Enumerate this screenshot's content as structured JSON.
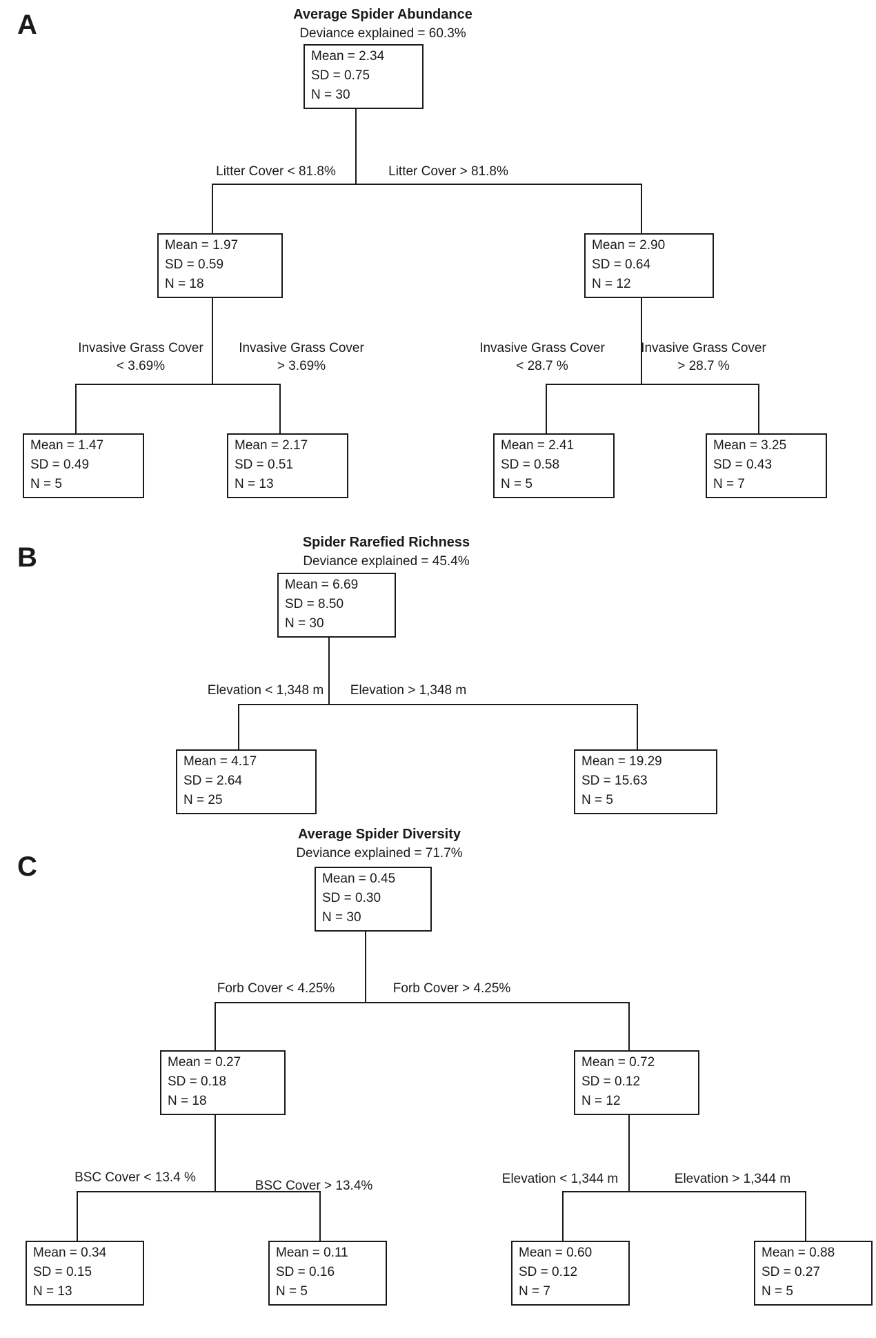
{
  "figure_colors": {
    "line": "#1a1a1a",
    "background": "#ffffff"
  },
  "panels": [
    {
      "panel_label": "A",
      "title": "Average Spider Abundance",
      "subtitle": "Deviance explained = 60.3%",
      "nodes": {
        "root": {
          "mean": "Mean = 2.34",
          "sd": "SD = 0.75",
          "n": "N = 30"
        },
        "left": {
          "mean": "Mean = 1.97",
          "sd": "SD = 0.59",
          "n": "N = 18"
        },
        "right": {
          "mean": "Mean = 2.90",
          "sd": "SD = 0.64",
          "n": "N = 12"
        },
        "leaf_1": {
          "mean": "Mean = 1.47",
          "sd": "SD = 0.49",
          "n": "N = 5"
        },
        "leaf_2": {
          "mean": "Mean = 2.17",
          "sd": "SD = 0.51",
          "n": "N = 13"
        },
        "leaf_3": {
          "mean": "Mean = 2.41",
          "sd": "SD = 0.58",
          "n": "N = 5"
        },
        "leaf_4": {
          "mean": "Mean = 3.25",
          "sd": "SD = 0.43",
          "n": "N = 7"
        }
      },
      "splits": {
        "root_left": "Litter Cover < 81.8%",
        "root_right": "Litter Cover > 81.8%",
        "left_left_1": "Invasive Grass Cover",
        "left_left_2": "< 3.69%",
        "left_right_1": "Invasive Grass Cover",
        "left_right_2": "> 3.69%",
        "right_left_1": "Invasive Grass Cover",
        "right_left_2": "< 28.7 %",
        "right_right_1": "Invasive Grass Cover",
        "right_right_2": "> 28.7 %"
      }
    },
    {
      "panel_label": "B",
      "title": "Spider Rarefied Richness",
      "subtitle": "Deviance explained = 45.4%",
      "nodes": {
        "root": {
          "mean": "Mean = 6.69",
          "sd": "SD = 8.50",
          "n": "N = 30"
        },
        "leaf_1": {
          "mean": "Mean = 4.17",
          "sd": "SD = 2.64",
          "n": "N = 25"
        },
        "leaf_2": {
          "mean": "Mean = 19.29",
          "sd": "SD = 15.63",
          "n": "N = 5"
        }
      },
      "splits": {
        "root_left": "Elevation < 1,348 m",
        "root_right": "Elevation > 1,348 m"
      }
    },
    {
      "panel_label": "C",
      "title": "Average Spider Diversity",
      "subtitle": "Deviance explained = 71.7%",
      "nodes": {
        "root": {
          "mean": "Mean = 0.45",
          "sd": "SD = 0.30",
          "n": "N = 30"
        },
        "left": {
          "mean": "Mean = 0.27",
          "sd": "SD = 0.18",
          "n": "N = 18"
        },
        "right": {
          "mean": "Mean = 0.72",
          "sd": "SD = 0.12",
          "n": "N = 12"
        },
        "leaf_1": {
          "mean": "Mean = 0.34",
          "sd": "SD = 0.15",
          "n": "N = 13"
        },
        "leaf_2": {
          "mean": "Mean = 0.11",
          "sd": "SD = 0.16",
          "n": "N = 5"
        },
        "leaf_3": {
          "mean": "Mean = 0.60",
          "sd": "SD = 0.12",
          "n": "N = 7"
        },
        "leaf_4": {
          "mean": "Mean = 0.88",
          "sd": "SD = 0.27",
          "n": "N = 5"
        }
      },
      "splits": {
        "root_left": "Forb Cover < 4.25%",
        "root_right": "Forb Cover > 4.25%",
        "left_left": "BSC Cover < 13.4 %",
        "left_right": "BSC Cover > 13.4%",
        "right_left": "Elevation < 1,344 m",
        "right_right": "Elevation > 1,344 m"
      }
    }
  ]
}
